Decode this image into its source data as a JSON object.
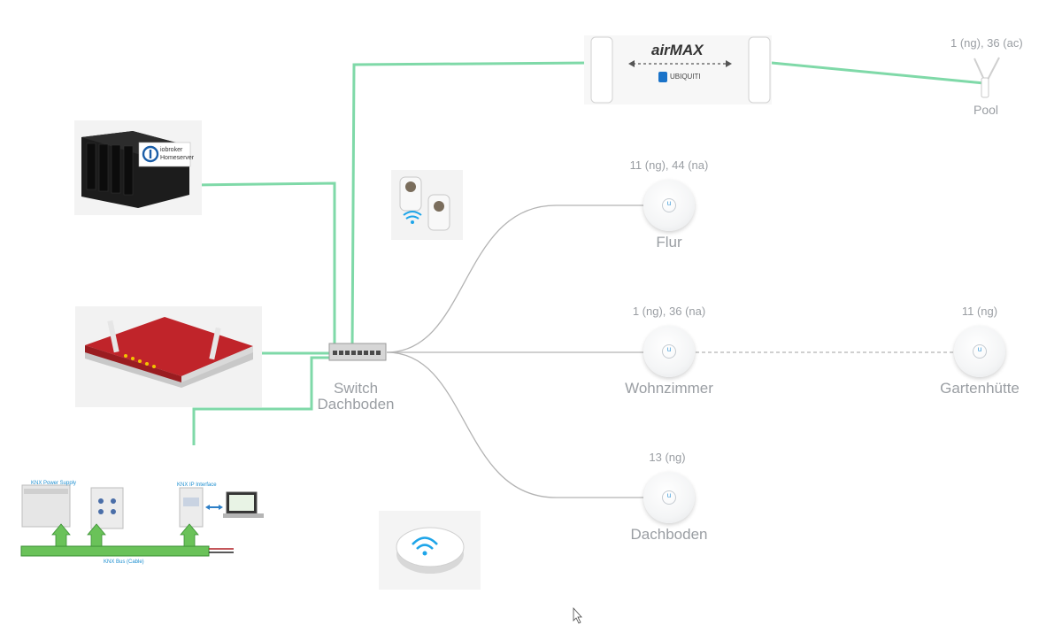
{
  "labels": {
    "pool": "Pool",
    "pool_channels": "1 (ng), 36 (ac)",
    "flur": "Flur",
    "flur_channels": "11 (ng), 44 (na)",
    "wohnzimmer": "Wohnzimmer",
    "wohnzimmer_channels": "1 (ng), 36 (na)",
    "gartenhuette": "Gartenhütte",
    "gartenhuette_channels": "11 (ng)",
    "dachboden": "Dachboden",
    "dachboden_channels": "13 (ng)",
    "switch_line1": "Switch",
    "switch_line2": "Dachboden"
  },
  "airmax": {
    "brand": "airMAX",
    "maker": "UBIQUITI"
  },
  "nas": {
    "badge_line1": "iobroker",
    "badge_line2": "Homeserver"
  },
  "knx": {
    "power_supply": "KNX Power Supply",
    "ip_interface": "KNX IP Interface",
    "bus": "KNX Bus (Cable)"
  },
  "colors": {
    "green_link": "#7fd9a8",
    "gray_link": "#b3b3b3",
    "label": "#9a9ea3",
    "router_red": "#c0242a"
  }
}
